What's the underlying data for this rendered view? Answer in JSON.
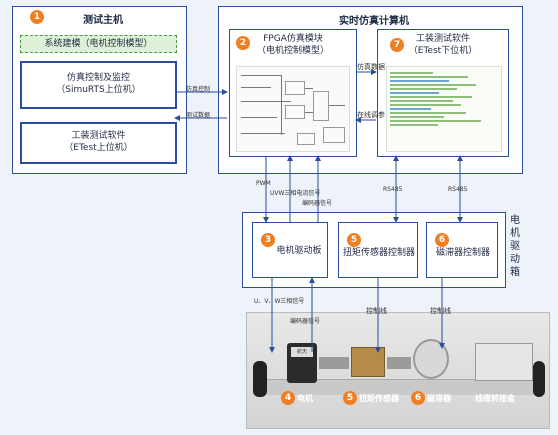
{
  "host": {
    "badge": "1",
    "title": "测试主机",
    "system_modeling": "系统建模（电机控制模型）",
    "simu_title": "仿真控制及监控",
    "simu_sub": "（SimuRTS上位机）",
    "etest_title": "工装测试软件",
    "etest_sub": "（ETest上位机）"
  },
  "rt": {
    "title": "实时仿真计算机",
    "fpga_badge": "2",
    "fpga_title": "FPGA仿真模块",
    "fpga_sub": "（电机控制模型）",
    "etest_badge": "7",
    "etest_title": "工装测试软件",
    "etest_sub": "（ETest下位机）"
  },
  "links": {
    "sim_data": "仿真数据",
    "online_tune": "在线调参",
    "sim_ctrl": "仿真控制",
    "test_data": "测试数据",
    "pwm": "PWM",
    "uvw_current": "UVW三相电流信号",
    "encoder1": "编码器信号",
    "rs485_1": "RS485",
    "rs485_2": "RS485",
    "uvw_phase": "U、V、W三相信号",
    "encoder2": "编码器信号",
    "ctrl_line1": "控制线",
    "ctrl_line2": "控制线"
  },
  "drive_box": {
    "label": "电机驱动箱",
    "m3_badge": "3",
    "m3_label": "电机驱动板",
    "m5_badge": "5",
    "m5_label": "扭矩传感器控制器",
    "m6_badge": "6",
    "m6_label": "磁滞器控制器"
  },
  "bench": {
    "b4": "4",
    "l4": "电机",
    "b5": "5",
    "l5": "扭矩传感器",
    "b6": "6",
    "l6": "磁滞器",
    "l7": "线缆转接盒",
    "motor_brand": "航天"
  }
}
